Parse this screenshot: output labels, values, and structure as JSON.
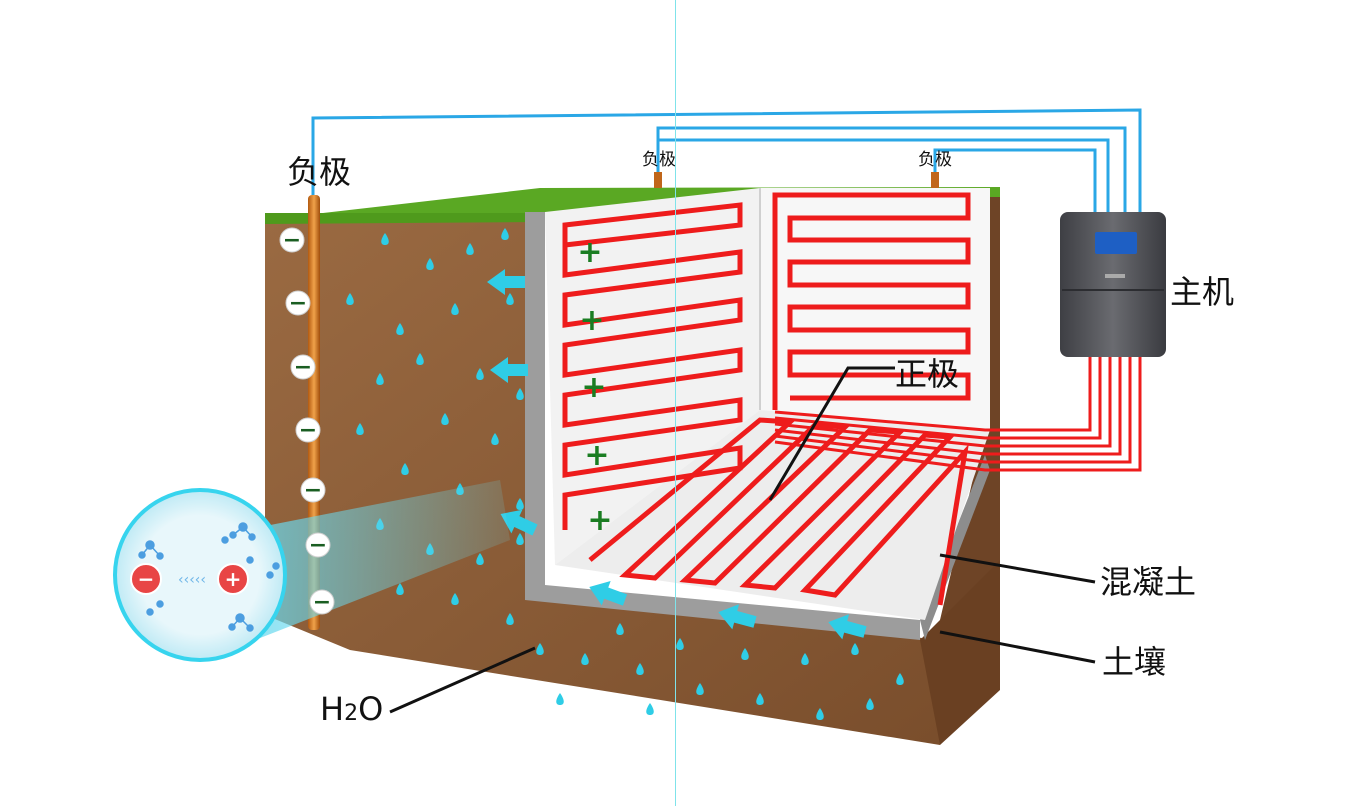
{
  "labels": {
    "negative_left": "负极",
    "negative_mid": "负极",
    "negative_right": "负极",
    "positive": "正极",
    "host": "主机",
    "concrete": "混凝土",
    "soil": "土壤",
    "water_main": "H",
    "water_sub": "2",
    "water_tail": "O"
  },
  "signs": {
    "minus": "−",
    "plus": "+"
  },
  "colors": {
    "soil": "#8a5a36",
    "soil_dark": "#6e4426",
    "grass": "#4f9a1c",
    "concrete": "#9d9d9d",
    "wall": "#f2f2f2",
    "heating_wire": "#ee1c1c",
    "water": "#2fcde6",
    "wire_blue": "#2aa7e6",
    "electrode": "#d9781e",
    "device": "#4a4b50",
    "device_screen": "#1e5fc4",
    "plus_sign": "#1a7d22"
  }
}
